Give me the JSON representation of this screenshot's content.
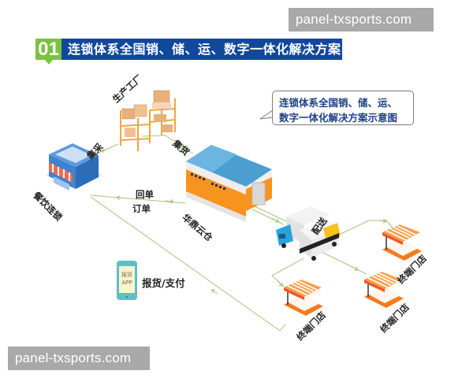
{
  "watermarks": {
    "top": "panel-txsports.com",
    "bottom": "panel-txsports.com"
  },
  "title": {
    "number": "01",
    "text": "连锁体系全国销、储、运、数字一体化解决方案"
  },
  "callout": {
    "line1": "连锁体系全国销、储、运、",
    "line2": "数字一体化解决方案示意图"
  },
  "nodes": {
    "factory": "生产工厂",
    "restaurant_chain": "餐饮连锁",
    "warehouse": "华鼎云仓",
    "delivery": "配送",
    "store_1": "终端门店",
    "store_2": "终端门店",
    "store_3": "终端门店"
  },
  "flows": {
    "purchase": "集采",
    "collect": "集货",
    "receipt": "回单",
    "order": "订单",
    "report_pay": "报货/支付"
  },
  "app": {
    "line1": "报货",
    "line2": "APP"
  },
  "colors": {
    "title_green": "#7cc242",
    "title_blue": "#12489a",
    "flow_line": "#9bbf6a",
    "warehouse_orange": "#f7931e",
    "warehouse_roof": "#4a9fd0",
    "store_orange": "#f47b20"
  }
}
